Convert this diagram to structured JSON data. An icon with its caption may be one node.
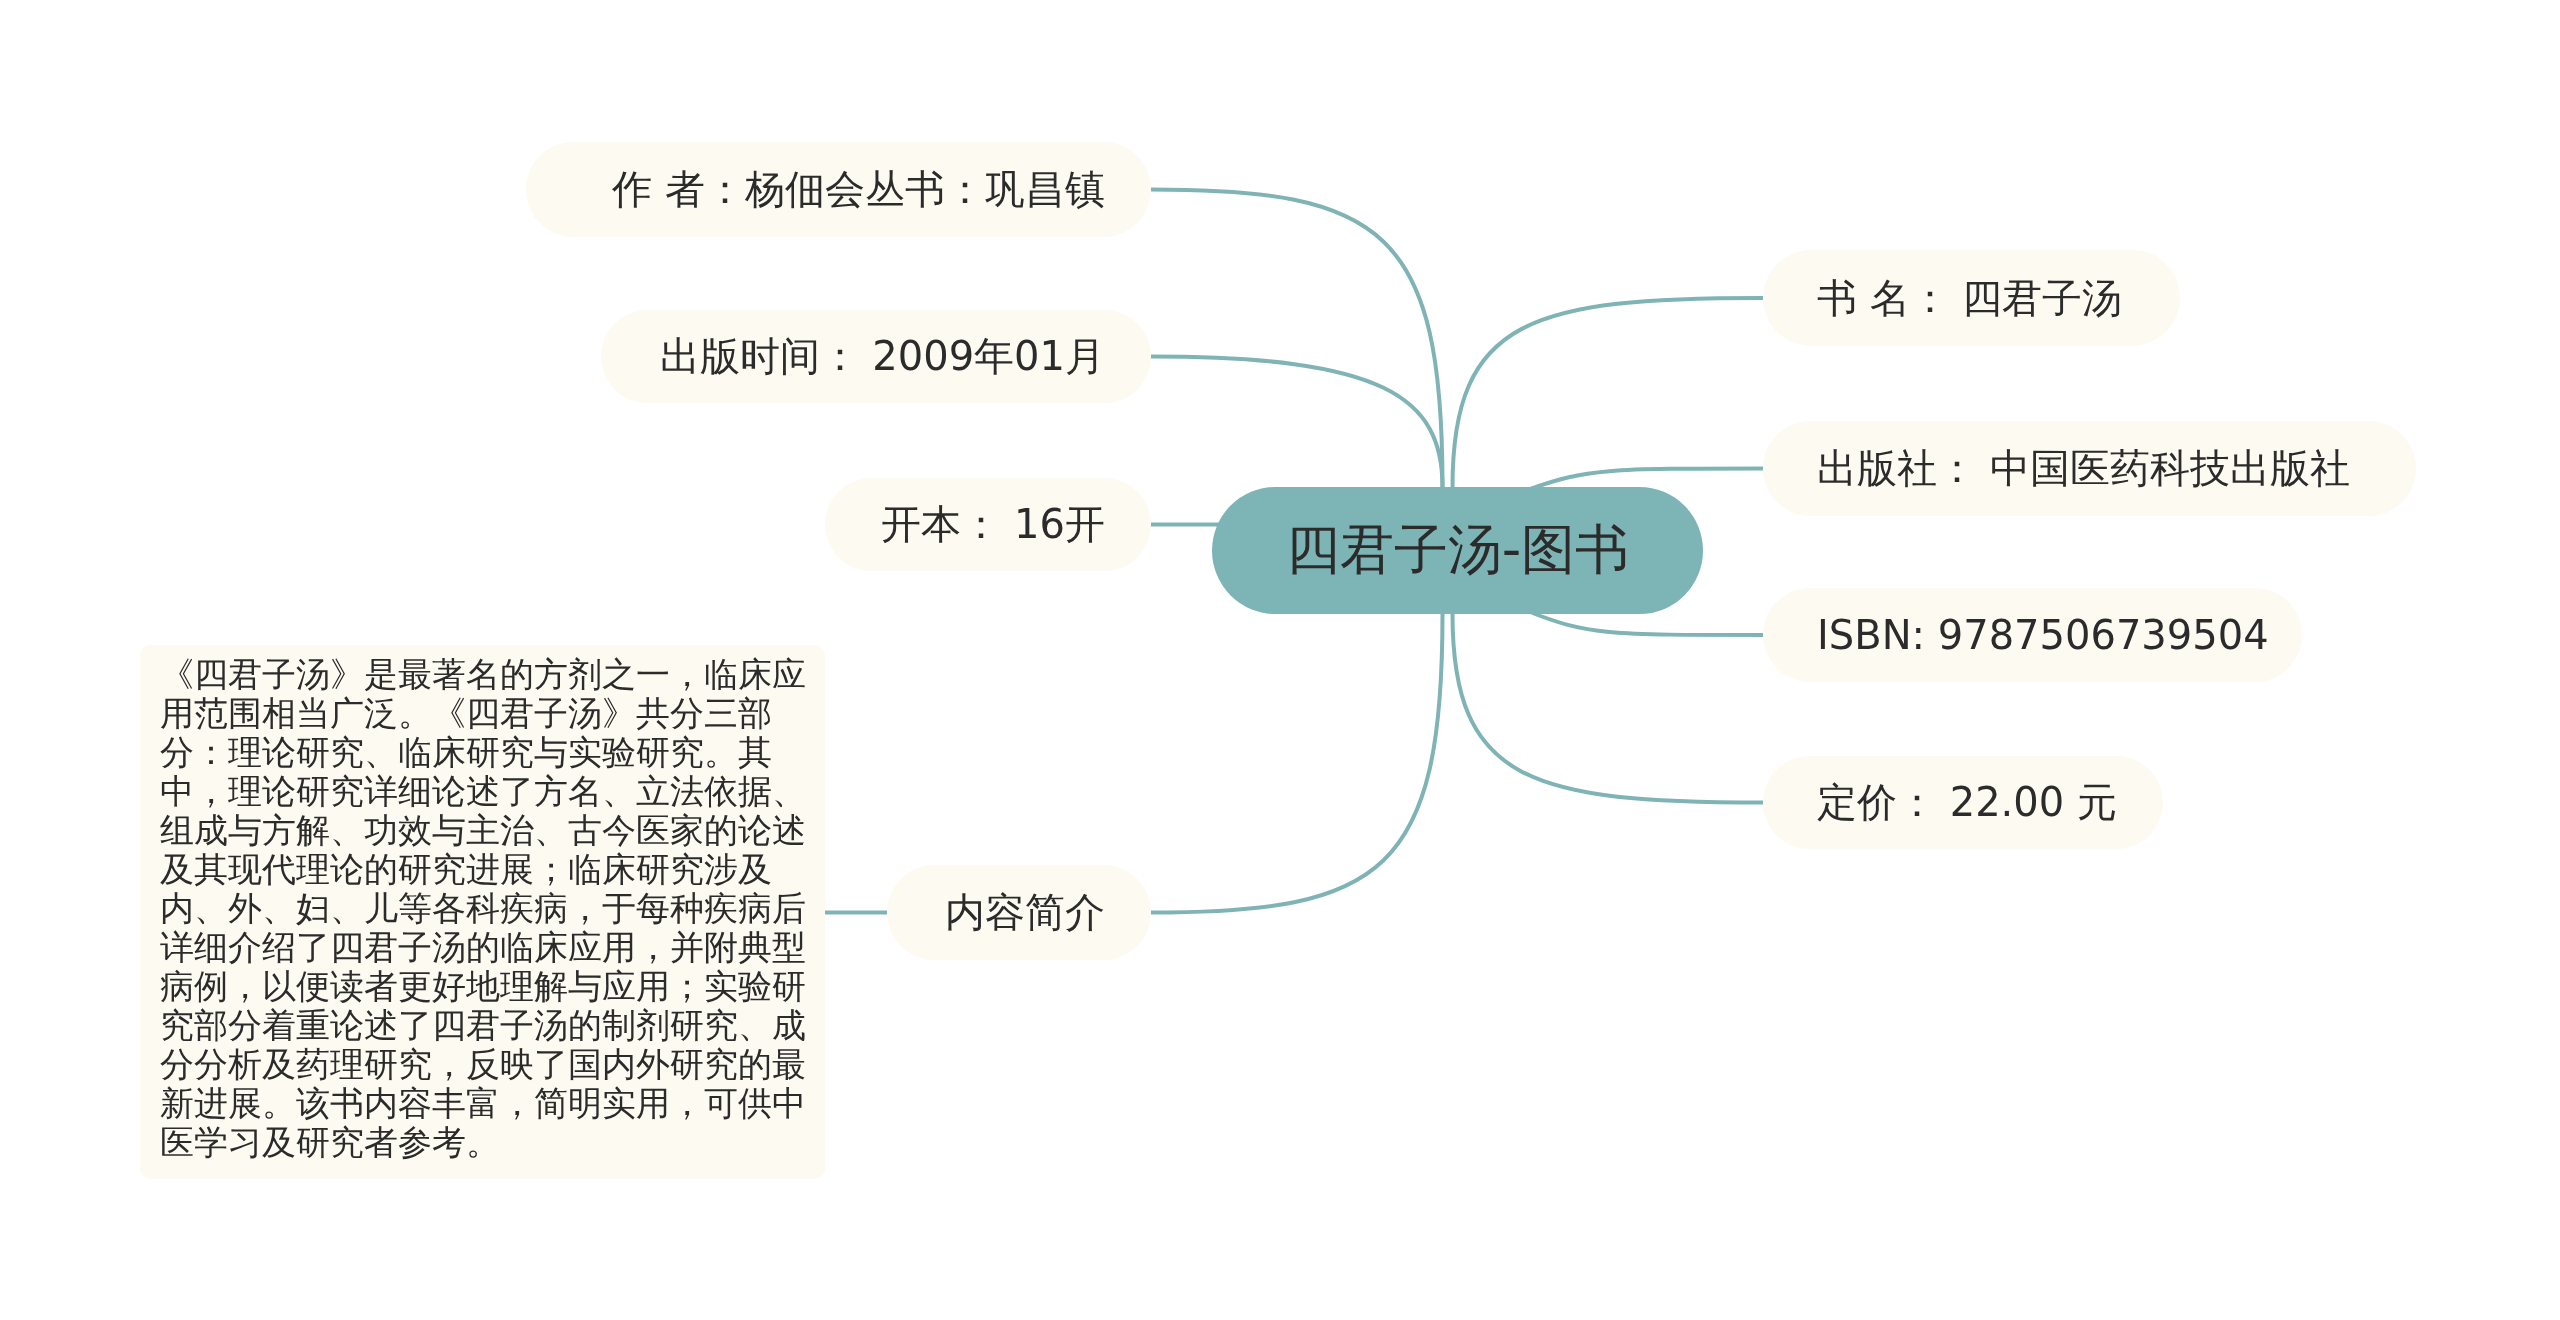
{
  "diagram": {
    "nodes": [
      {
        "text": [
          "四君子汤-图书"
        ]
      },
      {
        "text": [
          "作 者：杨佃会丛书：巩昌镇"
        ]
      },
      {
        "text": [
          "出版时间： 2009年01月"
        ]
      },
      {
        "text": [
          "开本： 16开"
        ]
      },
      {
        "text": [
          "内容简介"
        ]
      },
      {
        "text": [
          "《四君子汤》是最著名的方剂之一，临床应用范围相当广泛。《四君子汤》共分三部分：理论研究、临床研究与实验研究。其中，理论研究详细论述了方名、立法依据、组成与方解、功效与主治、古今医家的论述及其现代理论的研究进展；临床研究涉及内、外、妇、儿等各科疾病，于每种疾病后详细介绍了四君子汤的临床应用，并附典型病例，以便读者更好地理解与应用；实验研究部分着重论述了四君子汤的制剂研究、成分分析及药理研究，反映了国内外研究的最新进展。该书内容丰富，简明实用，可供中医学习及研究者参考。"
        ]
      },
      {
        "text": [
          "书 名： 四君子汤"
        ]
      },
      {
        "text": [
          "出版社： 中国医药科技出版社"
        ]
      },
      {
        "text": [
          "ISBN: 9787506739504"
        ]
      },
      {
        "text": [
          "定价： 22.00 元"
        ]
      }
    ],
    "edges": [
      {
        "from": 0,
        "to": 1,
        "arrow": "none"
      },
      {
        "from": 0,
        "to": 2,
        "arrow": "none"
      },
      {
        "from": 0,
        "to": 3,
        "arrow": "none"
      },
      {
        "from": 0,
        "to": 4,
        "arrow": "none"
      },
      {
        "from": 4,
        "to": 5,
        "arrow": "none"
      },
      {
        "from": 0,
        "to": 6,
        "arrow": "none"
      },
      {
        "from": 0,
        "to": 7,
        "arrow": "none"
      },
      {
        "from": 0,
        "to": 8,
        "arrow": "none"
      },
      {
        "from": 0,
        "to": 9,
        "arrow": "none"
      }
    ]
  }
}
